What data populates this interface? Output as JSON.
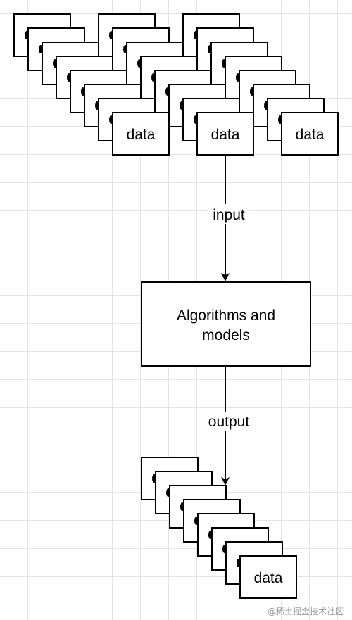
{
  "diagram": {
    "data_card_label": "data",
    "edges": {
      "input_label": "input",
      "output_label": "output"
    },
    "process_box": {
      "line1": "Algorithms and",
      "line2": "models"
    },
    "watermark": "@稀土掘金技术社区"
  },
  "colors": {
    "stroke": "#000000",
    "fill": "#ffffff",
    "grid": "#e3e3e3",
    "watermark": "#9a9a9a"
  }
}
